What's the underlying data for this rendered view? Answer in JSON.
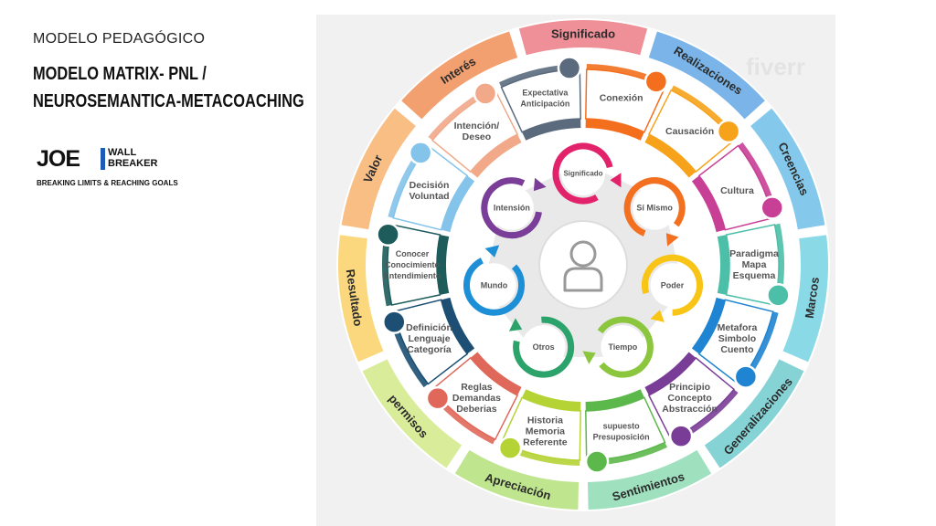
{
  "header": {
    "subtitle": "MODELO PEDAGÓGICO",
    "title_line1": "MODELO MATRIX- PNL /",
    "title_line2": "NEUROSEMANTICA-METACOACHING"
  },
  "logo": {
    "joe": "JOE",
    "wall": "WALL",
    "breaker": "BREAKER",
    "tagline": "BREAKING LIMITS & REACHING GOALS"
  },
  "diagram": {
    "outer_labels": [
      {
        "text": "Significado",
        "color": "#ef8f97"
      },
      {
        "text": "Realizaciones",
        "color": "#7ab4e8"
      },
      {
        "text": "Creencias",
        "color": "#84c9ec"
      },
      {
        "text": "Marcos",
        "color": "#89d9e6"
      },
      {
        "text": "Generalizaciones",
        "color": "#86d3d5"
      },
      {
        "text": "Sentimientos",
        "color": "#9fe0bf"
      },
      {
        "text": "Apreciación",
        "color": "#bfe58f"
      },
      {
        "text": "permisos",
        "color": "#d9ec9a"
      },
      {
        "text": "Resultado",
        "color": "#fbd87e"
      },
      {
        "text": "Valor",
        "color": "#f8be84"
      },
      {
        "text": "Interés",
        "color": "#f2a070"
      }
    ],
    "segments": [
      {
        "lines": [
          "Conexión"
        ],
        "color": "#f36f1e"
      },
      {
        "lines": [
          "Causación"
        ],
        "color": "#f7a21b"
      },
      {
        "lines": [
          "Cultura"
        ],
        "color": "#c83f96"
      },
      {
        "lines": [
          "Paradigma",
          "Mapa",
          "Esquema"
        ],
        "color": "#4cbfa8"
      },
      {
        "lines": [
          "Metafora",
          "Simbolo",
          "Cuento"
        ],
        "color": "#1f84d1"
      },
      {
        "lines": [
          "Principio",
          "Concepto",
          "Abstracción"
        ],
        "color": "#7a3d97"
      },
      {
        "lines": [
          "supuesto",
          "Presuposición"
        ],
        "color": "#5cb84a"
      },
      {
        "lines": [
          "Historia",
          "Memoria",
          "Referente"
        ],
        "color": "#b5d335"
      },
      {
        "lines": [
          "Reglas",
          "Demandas",
          "Deberias"
        ],
        "color": "#e0685a"
      },
      {
        "lines": [
          "Definición",
          "Lenguaje",
          "Categoría"
        ],
        "color": "#1c4f73"
      },
      {
        "lines": [
          "Conocer",
          "Conocimiento",
          "Entendimiento"
        ],
        "color": "#1d5c5a"
      },
      {
        "lines": [
          "Decisión",
          "Voluntad"
        ],
        "color": "#84c3ea"
      },
      {
        "lines": [
          "Intención/",
          "Deseo"
        ],
        "color": "#f1a989"
      },
      {
        "lines": [
          "Expectativa",
          "Anticipación"
        ],
        "color": "#5b6b7d"
      }
    ],
    "inner_circles": [
      {
        "text": "Significado",
        "color": "#e2226b"
      },
      {
        "text": "Sí Mismo",
        "color": "#f37021"
      },
      {
        "text": "Poder",
        "color": "#f8c416"
      },
      {
        "text": "Tiempo",
        "color": "#8cc63f"
      },
      {
        "text": "Otros",
        "color": "#2ba36a"
      },
      {
        "text": "Mundo",
        "color": "#1d8fd6"
      },
      {
        "text": "Intensión",
        "color": "#7b3e98"
      }
    ],
    "center_icon": "person-icon",
    "watermark": "fiverr"
  }
}
